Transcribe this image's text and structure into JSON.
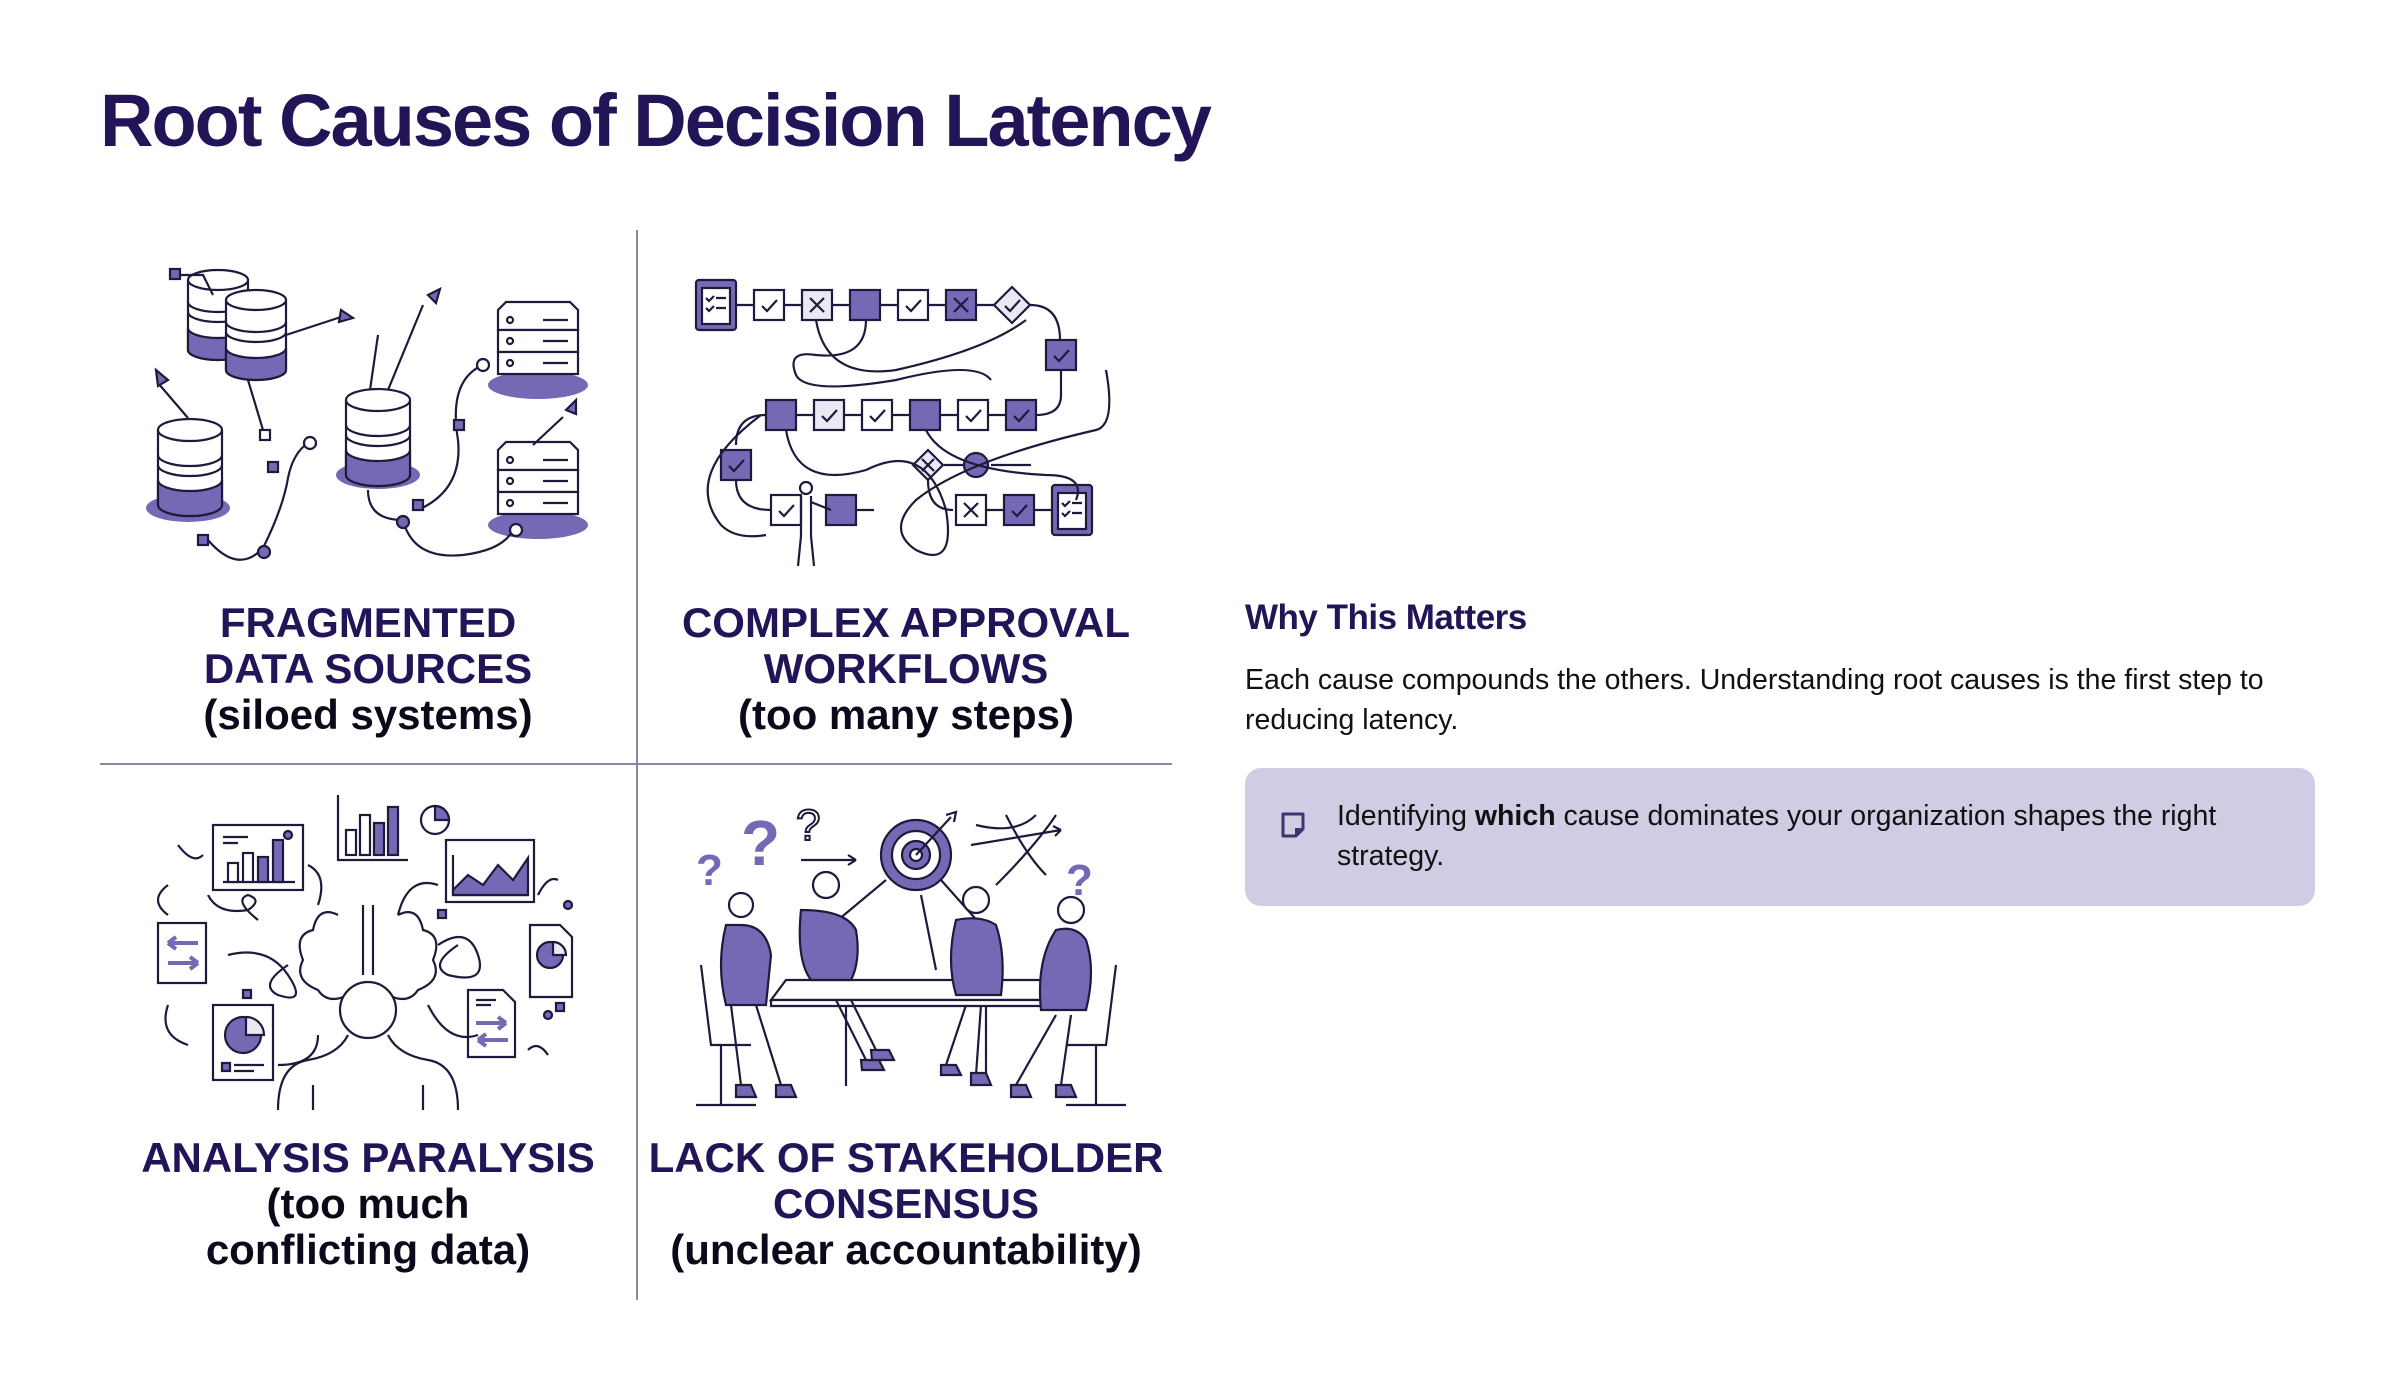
{
  "page": {
    "title": "Root Causes of Decision Latency"
  },
  "colors": {
    "accent": "#7568b4",
    "ink": "#221457",
    "divider": "#8a86a8",
    "callout_bg": "#cfcce4"
  },
  "causes": [
    {
      "heading_line1": "FRAGMENTED",
      "heading_line2": "DATA SOURCES",
      "subtitle": "(siloed systems)",
      "illustration": "database-servers-illustration"
    },
    {
      "heading_line1": "COMPLEX APPROVAL",
      "heading_line2": "WORKFLOWS",
      "subtitle": "(too many steps)",
      "illustration": "approval-flowchart-illustration"
    },
    {
      "heading_line1": "ANALYSIS PARALYSIS",
      "heading_line2": "",
      "subtitle_line1": "(too much",
      "subtitle_line2": "conflicting data)",
      "illustration": "overwhelmed-person-charts-illustration"
    },
    {
      "heading_line1": "LACK OF STAKEHOLDER",
      "heading_line2": "CONSENSUS",
      "subtitle": "(unclear accountability)",
      "illustration": "meeting-table-target-illustration"
    }
  ],
  "side": {
    "heading": "Why This Matters",
    "body": "Each cause compounds the others. Understanding root causes is the first step to reducing latency.",
    "callout": {
      "icon": "sticky-note-icon",
      "text_before": "Identifying ",
      "text_bold": "which",
      "text_after": " cause dominates your organization shapes the right strategy."
    }
  }
}
